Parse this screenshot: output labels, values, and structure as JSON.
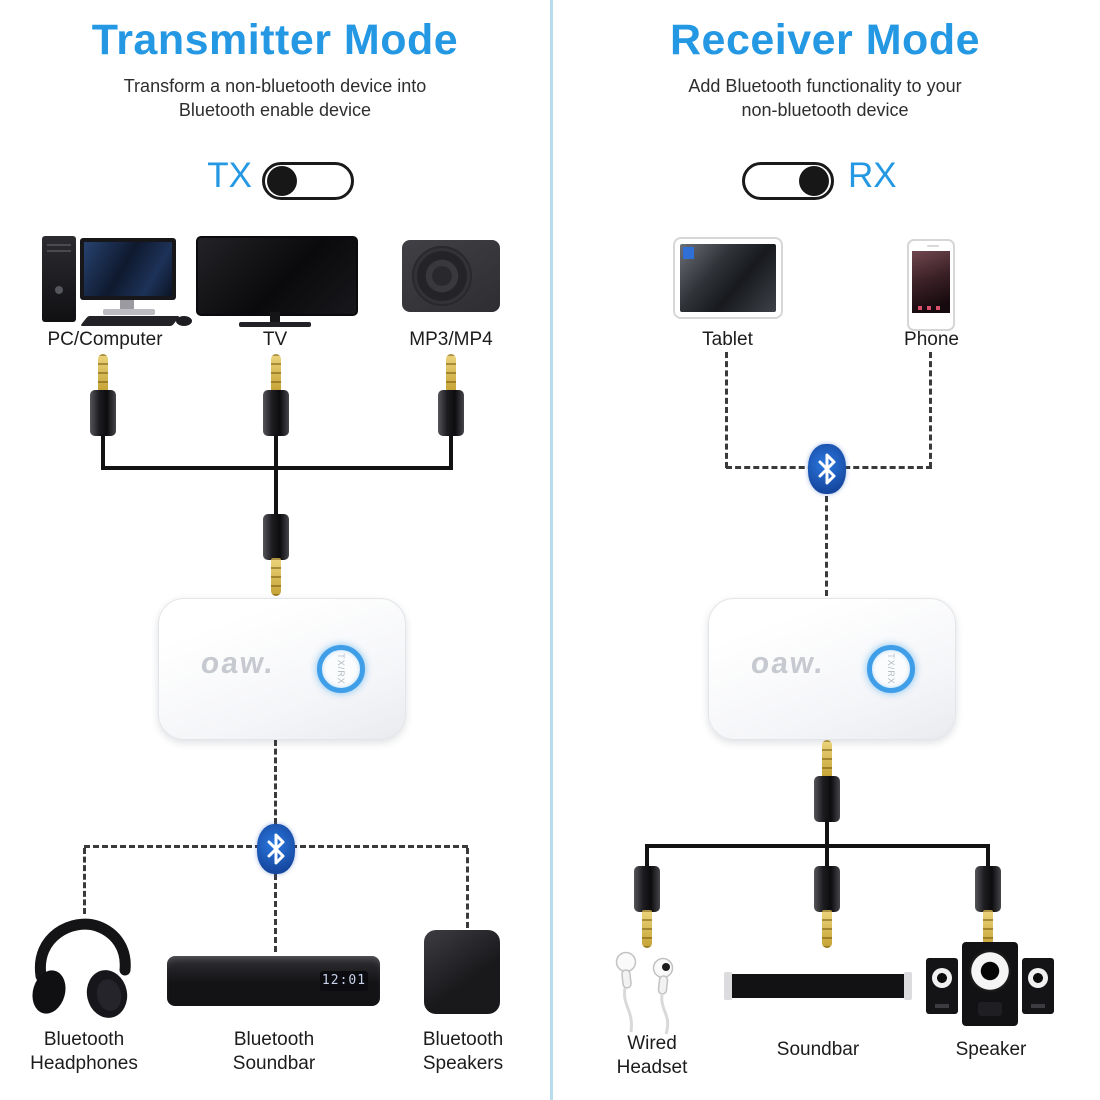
{
  "colors": {
    "accent_blue": "#2598e4",
    "bluetooth_blue": "#1d56b4",
    "divider_blue": "#b6dcee",
    "cable_black": "#121212",
    "jack_gold": "#c4a233"
  },
  "left_panel": {
    "title": "Transmitter Mode",
    "subtitle_line1": "Transform a non-bluetooth device into",
    "subtitle_line2": "Bluetooth enable device",
    "mode_switch": {
      "label": "TX",
      "knob_position": "left"
    },
    "sources": [
      {
        "label": "PC/Computer"
      },
      {
        "label": "TV"
      },
      {
        "label": "MP3/MP4"
      }
    ],
    "outputs": [
      {
        "line1": "Bluetooth",
        "line2": "Headphones"
      },
      {
        "line1": "Bluetooth",
        "line2": "Soundbar"
      },
      {
        "line1": "Bluetooth",
        "line2": "Speakers"
      }
    ],
    "soundbar_display": "12:01"
  },
  "right_panel": {
    "title": "Receiver Mode",
    "subtitle_line1": "Add Bluetooth functionality to your",
    "subtitle_line2": "non-bluetooth device",
    "mode_switch": {
      "label": "RX",
      "knob_position": "right"
    },
    "sources": [
      {
        "label": "Tablet"
      },
      {
        "label": "Phone"
      }
    ],
    "outputs": [
      {
        "line1": "Wired",
        "line2": "Headset"
      },
      {
        "line1": "Soundbar",
        "line2": ""
      },
      {
        "line1": "Speaker",
        "line2": ""
      }
    ]
  },
  "device": {
    "logo": "oaw.",
    "button_label": "TX/RX"
  }
}
